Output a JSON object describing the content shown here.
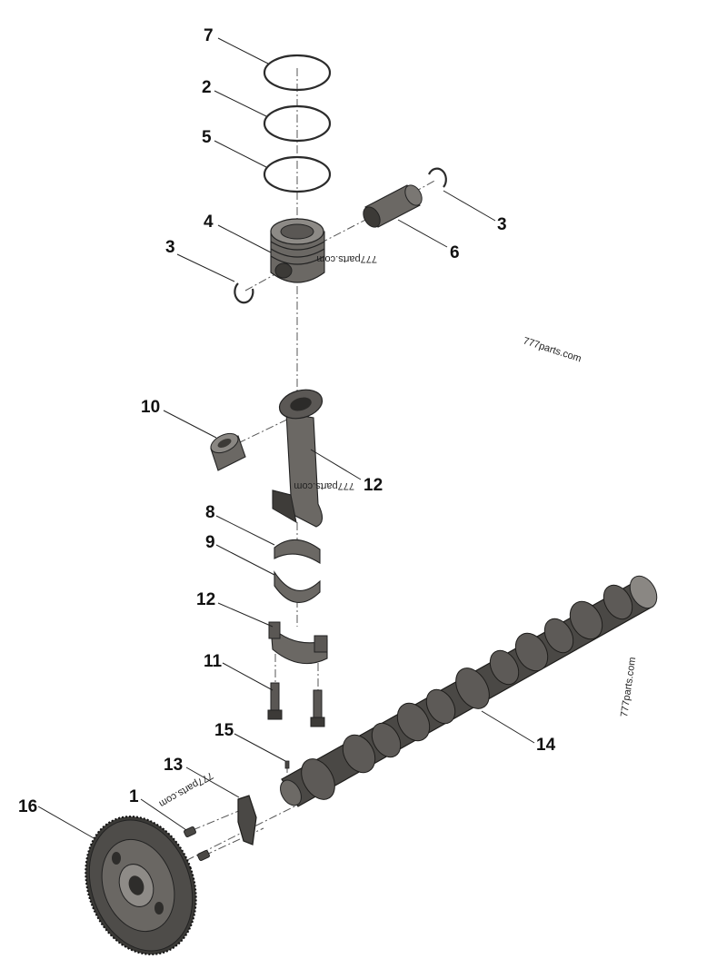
{
  "callouts": {
    "c7": "7",
    "c2": "2",
    "c5": "5",
    "c4": "4",
    "c3_left": "3",
    "c3_right": "3",
    "c6": "6",
    "c10": "10",
    "c12_rod": "12",
    "c8": "8",
    "c9": "9",
    "c12_cap": "12",
    "c11": "11",
    "c14": "14",
    "c15": "15",
    "c13": "13",
    "c1": "1",
    "c16": "16"
  },
  "watermarks": {
    "piston": "777parts.com",
    "right": "777parts.com",
    "rod": "777parts.com",
    "camshaft": "777parts.com",
    "bracket": "777parts.com"
  },
  "colors": {
    "part_dark": "#4a4845",
    "part_mid": "#6b6864",
    "line": "#222222"
  }
}
